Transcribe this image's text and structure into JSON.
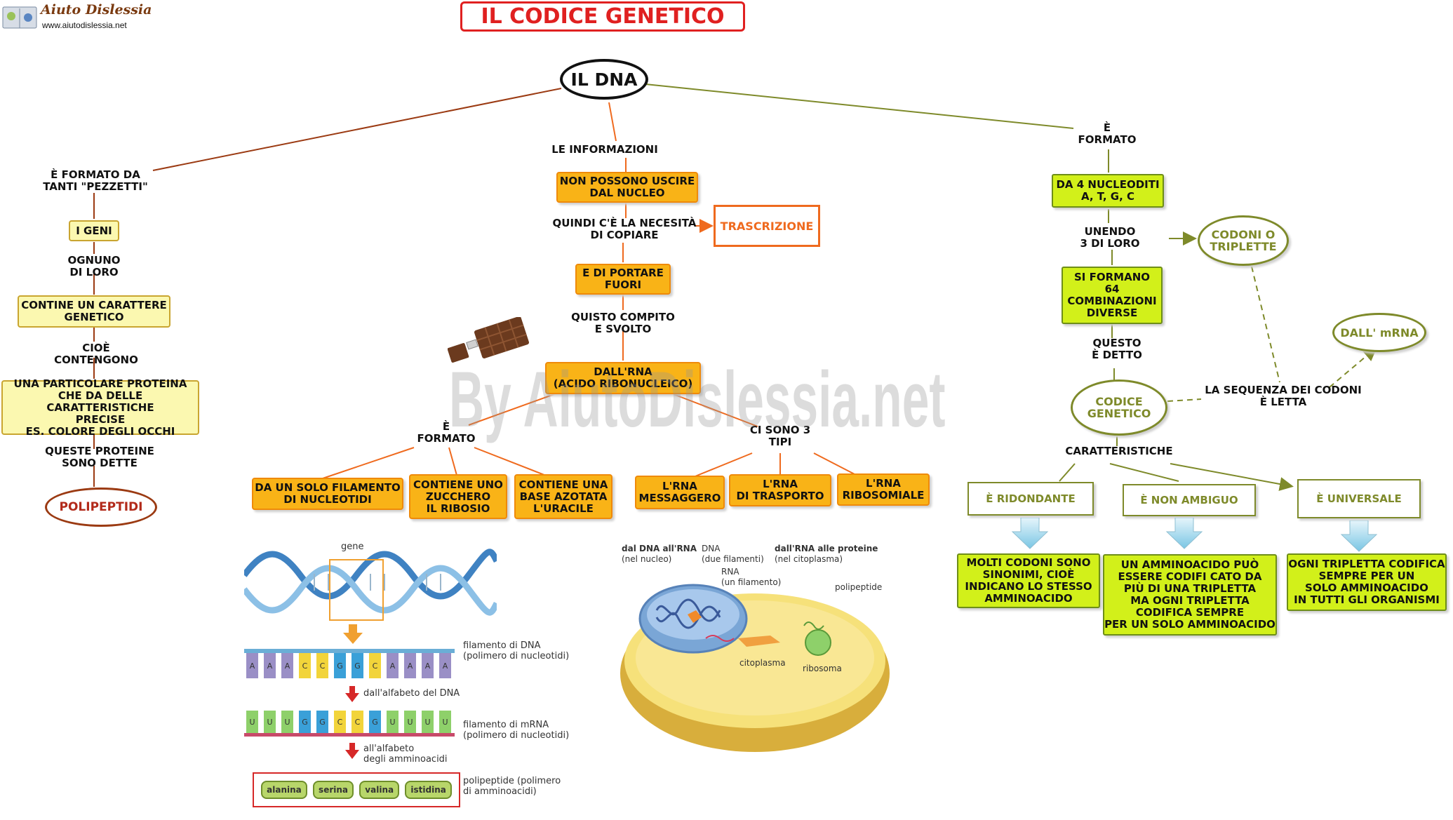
{
  "header": {
    "logo_name": "Aiuto Dislessia",
    "logo_url": "www.aiutodislessia.net",
    "title": "IL CODICE GENETICO",
    "watermark": "By AiutoDislessia.net"
  },
  "central": {
    "label": "IL DNA"
  },
  "left": {
    "link1": "È FORMATO DA\nTANTI \"PEZZETTI\"",
    "geni": "I GENI",
    "link2": "OGNUNO\nDI LORO",
    "carattere": "CONTINE UN CARATTERE\nGENETICO",
    "link3": "CIOÈ\nCONTENGONO",
    "proteina": "UNA PARTICOLARE PROTEINA\nCHE DA DELLE CARATTERISTICHE\nPRECISE\nES. COLORE DEGLI OCCHI",
    "link4": "QUESTE PROTEINE\nSONO DETTE",
    "polipeptidi": "POLIPEPTIDI"
  },
  "middle": {
    "link1": "LE INFORMAZIONI",
    "uscire": "NON POSSONO USCIRE\nDAL NUCLEO",
    "link2": "QUINDI C'È LA NECESITÀ\nDI COPIARE",
    "trascrizione": "TRASCRIZIONE",
    "portare": "E DI PORTARE\nFUORI",
    "link3": "QUISTO COMPITO\nE SVOLTO",
    "rna": "DALL'RNA\n(ACIDO  RIBONUCLEICO)",
    "link_formato": "È\nFORMATO",
    "link_tipi": "CI SONO 3\nTIPI",
    "filamento": "DA UN SOLO FILAMENTO\nDI NUCLEOTIDI",
    "ribosio": "CONTIENE UNO\nZUCCHERO\nIL RIBOSIO",
    "uracile": "CONTIENE UNA\nBASE AZOTATA\nL'URACILE",
    "messaggero": "L'RNA\nMESSAGGERO",
    "trasporto": "L'RNA\nDI TRASPORTO",
    "ribosomiale": "L'RNA\nRIBOSOMIALE"
  },
  "right": {
    "link1": "È\nFORMATO",
    "nucleotidi": "DA 4 NUCLEODITI\nA, T, G, C",
    "link2": "UNENDO\n3 DI LORO",
    "codoni": "CODONI O\nTRIPLETTE",
    "combinazioni": "SI FORMANO\n64\nCOMBINAZIONI\nDIVERSE",
    "link3": "QUESTO\nÈ DETTO",
    "codice": "CODICE\nGENETICO",
    "sequenza": "LA SEQUENZA DEI CODONI\nÈ LETTA",
    "mrna": "DALL' mRNA",
    "caratteristiche": "CARATTERISTICHE",
    "ridondante": "È RIDONDANTE",
    "non_ambiguo": "È NON AMBIGUO",
    "universale": "È UNIVERSALE",
    "sinonimi": "MOLTI  CODONI  SONO\nSINONIMI,  CIOÈ\nINDICANO LO STESSO\nAMMINOACIDO",
    "amminoacido": "UN AMMINOACIDO PUÒ\nESSERE CODIFI CATO DA\nPIÙ DI UNA TRIPLETTA\nMA OGNI TRIPLETTA\nCODIFICA SEMPRE\nPER UN SOLO AMMINOACIDO",
    "tripletta": "OGNI TRIPLETTA CODIFICA\nSEMPRE PER UN\nSOLO AMMINOACIDO\nIN TUTTI GLI ORGANISMI"
  },
  "figure_gene": {
    "gene": "gene",
    "dna_label": "filamento di DNA\n(polimero di nucleotidi)",
    "dna_bases": [
      "A",
      "A",
      "A",
      "C",
      "C",
      "G",
      "G",
      "C",
      "A",
      "A",
      "A",
      "A"
    ],
    "alphabet_dna": "dall'alfabeto del DNA",
    "mrna_label": "filamento di mRNA\n(polimero di nucleotidi)",
    "mrna_bases": [
      "U",
      "U",
      "U",
      "G",
      "G",
      "C",
      "C",
      "G",
      "U",
      "U",
      "U",
      "U"
    ],
    "alphabet_aa": "all'alfabeto\ndegli amminoacidi",
    "peptide_label": "polipeptide (polimero\ndi amminoacidi)",
    "amino": [
      "alanina",
      "serina",
      "valina",
      "istidina"
    ]
  },
  "figure_cell": {
    "dna_rna": "dal DNA all'RNA",
    "nucleo": "(nel nucleo)",
    "dna": "DNA",
    "due": "(due filamenti)",
    "rna": "RNA",
    "un": "(un filamento)",
    "rna_prot": "dall'RNA alle proteine",
    "cito_par": "(nel citoplasma)",
    "polipeptide": "polipeptide",
    "citoplasma": "citoplasma",
    "ribosoma": "ribosoma"
  },
  "colors": {
    "left_line": "#9b3a12",
    "mid_line": "#ef6a1e",
    "right_line": "#7e8a2a",
    "title": "#e02020"
  }
}
